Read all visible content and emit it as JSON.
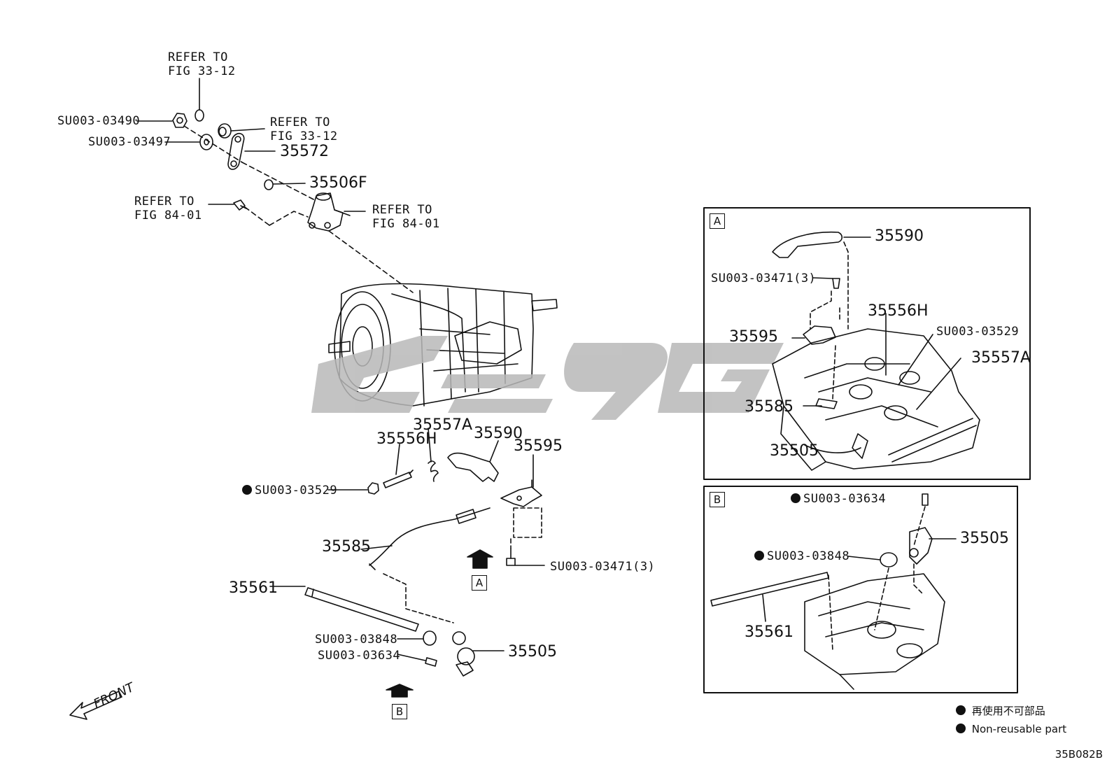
{
  "labels": {
    "refer_top_a": "REFER TO\nFIG 33-12",
    "refer_top_b": "REFER TO\nFIG 33-12",
    "refer_mid_a": "REFER TO\nFIG 84-01",
    "refer_mid_b": "REFER TO\nFIG 84-01",
    "su_03490": "SU003-03490",
    "su_03497": "SU003-03497",
    "p35572": "35572",
    "p35506f": "35506F",
    "p35557a": "35557A",
    "p35556h": "35556H",
    "p35590": "35590",
    "p35595": "35595",
    "su_03529": "SU003-03529",
    "p35585": "35585",
    "su_03471": "SU003-03471(3)",
    "p35561": "35561",
    "su_03848": "SU003-03848",
    "su_03634": "SU003-03634",
    "p35505": "35505",
    "view_a": "A",
    "view_b": "B",
    "front": "FRONT"
  },
  "inset_a": {
    "letter": "A",
    "p35590": "35590",
    "su_03471": "SU003-03471(3)",
    "p35556h": "35556H",
    "su_03529": "SU003-03529",
    "p35595": "35595",
    "p35557a": "35557A",
    "p35585": "35585",
    "p35505": "35505"
  },
  "inset_b": {
    "letter": "B",
    "su_03634": "SU003-03634",
    "p35505": "35505",
    "su_03848": "SU003-03848",
    "p35561": "35561"
  },
  "legend": {
    "line1": "再使用不可部品",
    "line2": "Non-reusable part"
  },
  "figure_code": "35B082B"
}
